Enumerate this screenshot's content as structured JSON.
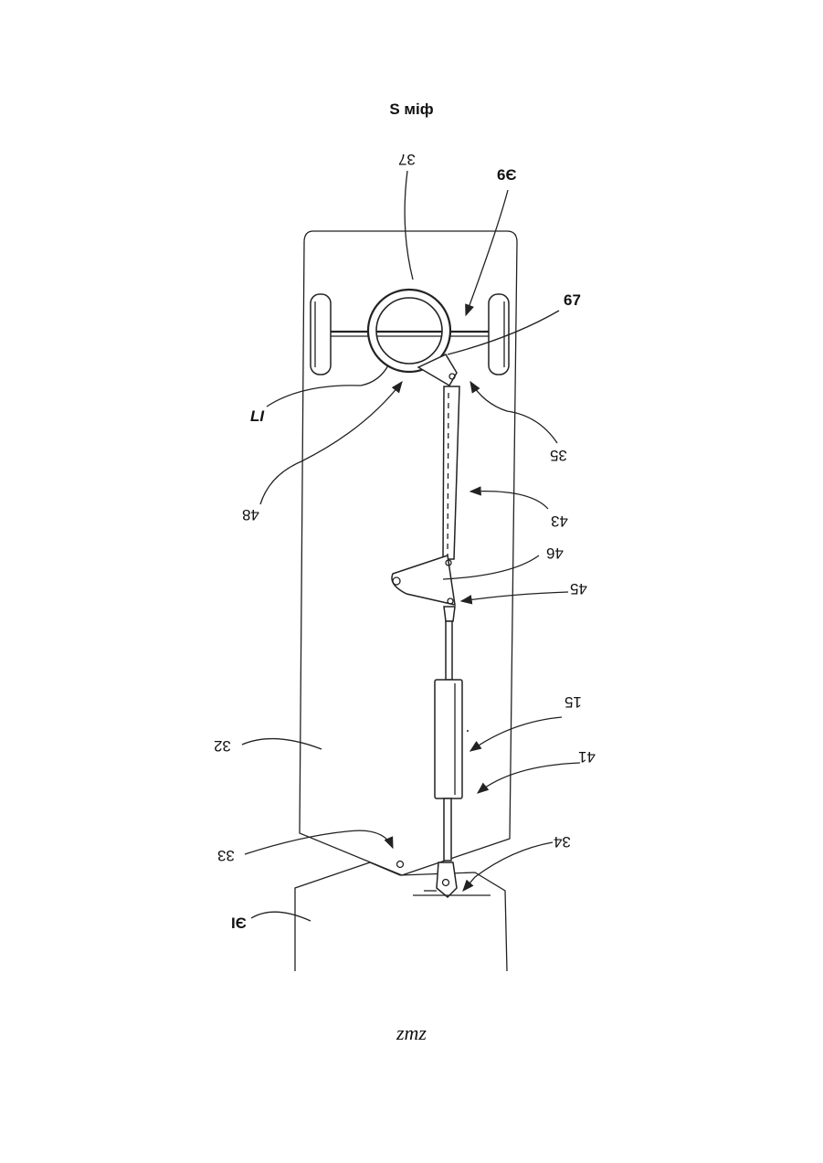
{
  "title": "S міф",
  "footer": "zmz",
  "labels": {
    "l37": "37",
    "l39": "6Є",
    "l67": "67",
    "lLI": "LI",
    "l35": "35",
    "l48": "48",
    "l43": "43",
    "l46": "46",
    "l45": "45",
    "l15": "15",
    "l41": "41",
    "l32": "32",
    "l33": "33",
    "l34": "34",
    "l31": "IЄ"
  }
}
